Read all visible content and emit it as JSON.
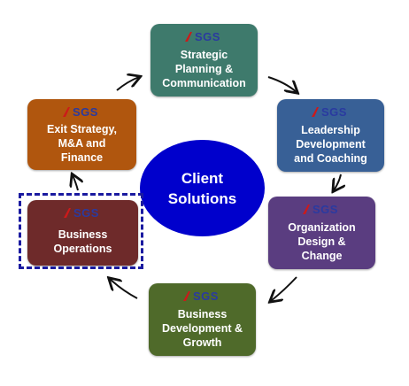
{
  "logo_text": "SGS",
  "center": {
    "lines": [
      "Client",
      "Solutions"
    ],
    "color": "#0000cc"
  },
  "boxes": [
    {
      "id": "strategic",
      "lines": [
        "Strategic",
        "Planning  &",
        "Communication"
      ],
      "color": "#3e7a6c"
    },
    {
      "id": "leadership",
      "lines": [
        "Leadership",
        "Development",
        "and Coaching"
      ],
      "color": "#386096"
    },
    {
      "id": "organization",
      "lines": [
        "Organization",
        "Design &",
        "Change"
      ],
      "color": "#5a3d80"
    },
    {
      "id": "business-development",
      "lines": [
        "Business",
        "Development &",
        "Growth"
      ],
      "color": "#4f6a2a"
    },
    {
      "id": "business-operations",
      "lines": [
        "Business",
        "Operations"
      ],
      "color": "#6e2a2a"
    },
    {
      "id": "exit-strategy",
      "lines": [
        "Exit Strategy,",
        "M&A and",
        "Finance"
      ],
      "color": "#b0560e"
    }
  ]
}
